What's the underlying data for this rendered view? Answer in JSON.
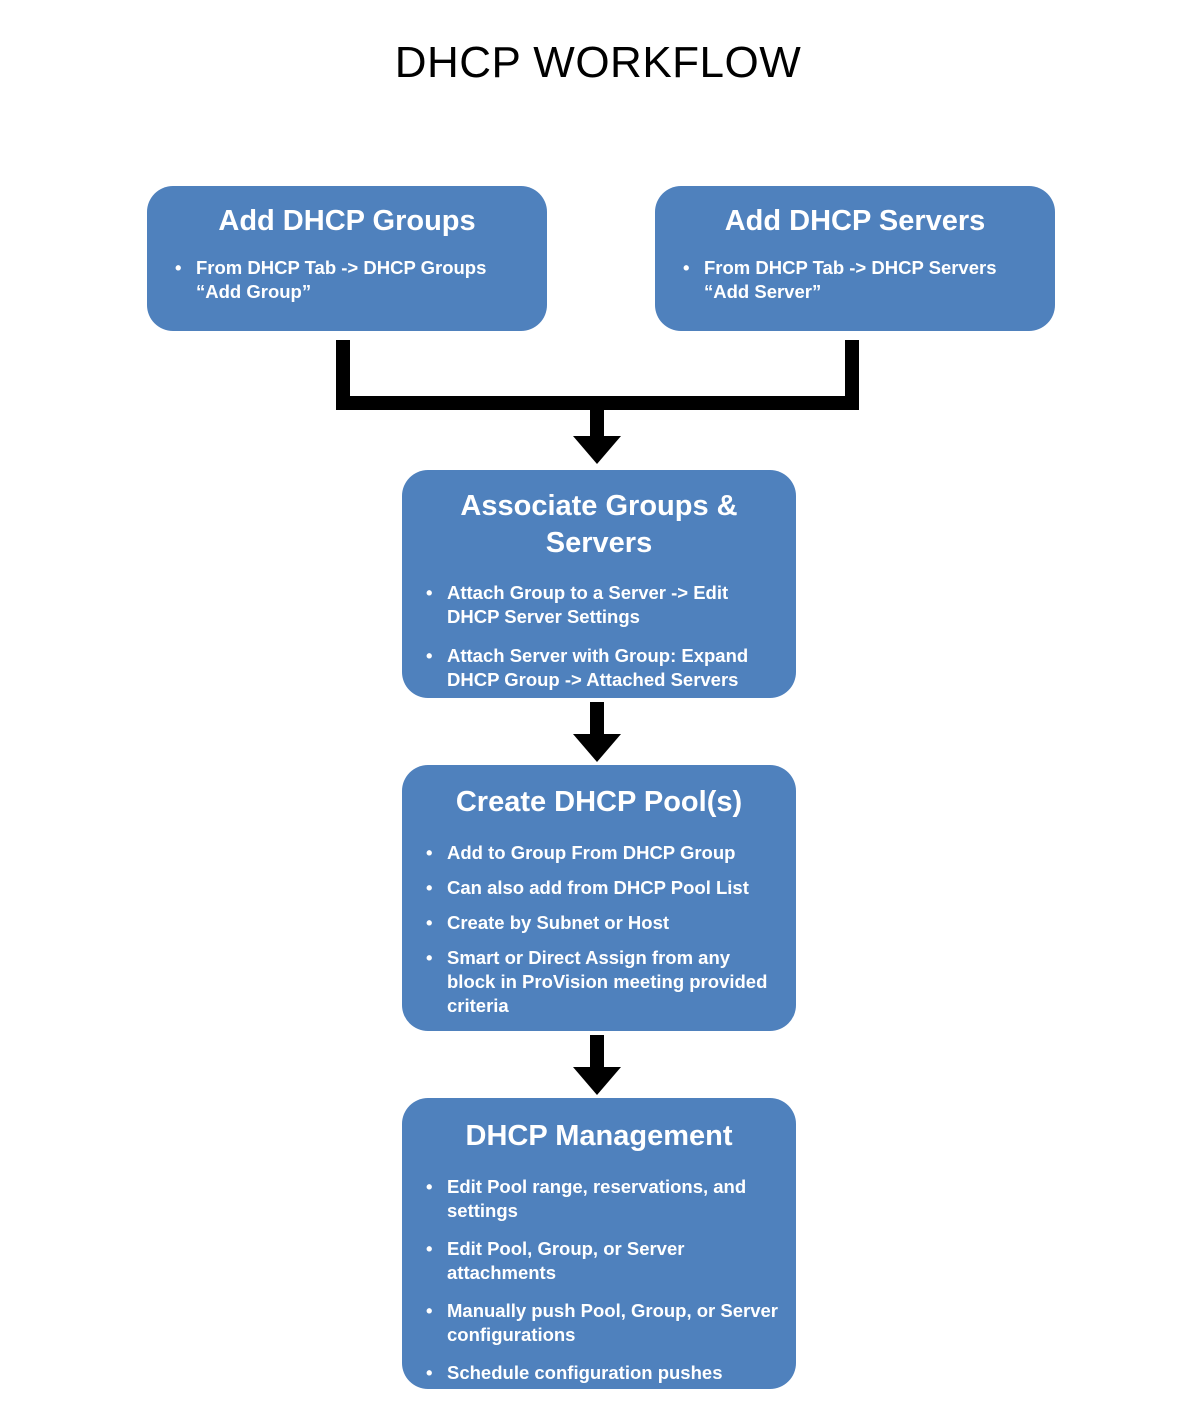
{
  "page": {
    "title": "DHCP WORKFLOW",
    "accent_color": "#4F81BD",
    "connector_color": "#000000",
    "text_color": "#FFFFFF",
    "background": "#FFFFFF"
  },
  "nodes": [
    {
      "id": "add-dhcp-groups",
      "title": "Add DHCP Groups",
      "bullets": [
        "From  DHCP Tab -> DHCP Groups “Add Group”"
      ]
    },
    {
      "id": "add-dhcp-servers",
      "title": "Add DHCP Servers",
      "bullets": [
        "From  DHCP Tab -> DHCP Servers “Add Server”"
      ]
    },
    {
      "id": "associate-groups-servers",
      "title": "Associate Groups & Servers",
      "bullets": [
        "Attach Group to a Server -> Edit DHCP Server Settings",
        "Attach Server with Group: Expand DHCP Group -> Attached Servers"
      ]
    },
    {
      "id": "create-dhcp-pools",
      "title": "Create DHCP Pool(s)",
      "bullets": [
        "Add to Group From DHCP Group",
        "Can also add from DHCP Pool List",
        "Create by Subnet or Host",
        "Smart or Direct Assign from any block in ProVision meeting provided criteria"
      ]
    },
    {
      "id": "dhcp-management",
      "title": "DHCP Management",
      "bullets": [
        "Edit Pool range, reservations, and settings",
        "Edit Pool, Group, or Server attachments",
        "Manually push Pool, Group, or Server configurations",
        "Schedule configuration pushes"
      ]
    }
  ],
  "bullet_glyph": "•",
  "connectors": [
    {
      "id": "merge-to-associate",
      "from": [
        "add-dhcp-groups",
        "add-dhcp-servers"
      ],
      "to": "associate-groups-servers",
      "style": "merge-elbow-arrow"
    },
    {
      "id": "associate-to-pools",
      "from": [
        "associate-groups-servers"
      ],
      "to": "create-dhcp-pools",
      "style": "straight-arrow"
    },
    {
      "id": "pools-to-management",
      "from": [
        "create-dhcp-pools"
      ],
      "to": "dhcp-management",
      "style": "straight-arrow"
    }
  ]
}
